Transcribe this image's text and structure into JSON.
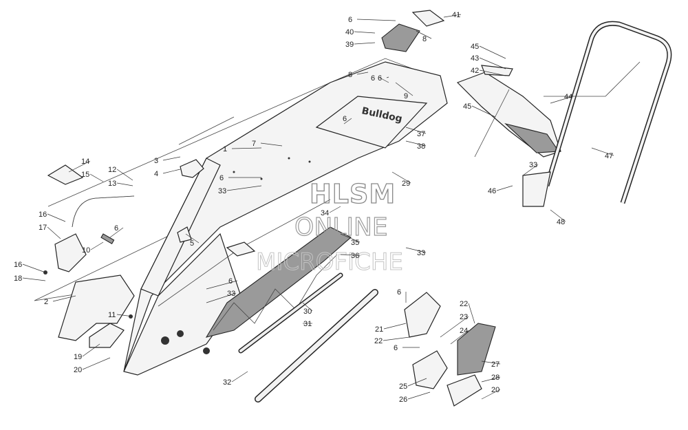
{
  "watermark": {
    "line1": "HLSM",
    "line2": "ONLINE",
    "line3": "MICROFICHE"
  },
  "decal_text": "Bulldog",
  "callouts": [
    {
      "id": "1",
      "label": "1"
    },
    {
      "id": "2",
      "label": "2"
    },
    {
      "id": "3",
      "label": "3"
    },
    {
      "id": "4",
      "label": "4"
    },
    {
      "id": "5",
      "label": "5"
    },
    {
      "id": "6a",
      "label": "6"
    },
    {
      "id": "6b",
      "label": "6"
    },
    {
      "id": "6c",
      "label": "6"
    },
    {
      "id": "6d",
      "label": "6"
    },
    {
      "id": "6e",
      "label": "6"
    },
    {
      "id": "6f",
      "label": "6"
    },
    {
      "id": "6g",
      "label": "6"
    },
    {
      "id": "6h",
      "label": "6"
    },
    {
      "id": "6i",
      "label": "6"
    },
    {
      "id": "7",
      "label": "7"
    },
    {
      "id": "8a",
      "label": "8"
    },
    {
      "id": "8b",
      "label": "8"
    },
    {
      "id": "9",
      "label": "9"
    },
    {
      "id": "10",
      "label": "10"
    },
    {
      "id": "11",
      "label": "11"
    },
    {
      "id": "12",
      "label": "12"
    },
    {
      "id": "13",
      "label": "13"
    },
    {
      "id": "14",
      "label": "14"
    },
    {
      "id": "15",
      "label": "15"
    },
    {
      "id": "16a",
      "label": "16"
    },
    {
      "id": "16b",
      "label": "16"
    },
    {
      "id": "17",
      "label": "17"
    },
    {
      "id": "18",
      "label": "18"
    },
    {
      "id": "19",
      "label": "19"
    },
    {
      "id": "20a",
      "label": "20"
    },
    {
      "id": "20b",
      "label": "20"
    },
    {
      "id": "21",
      "label": "21"
    },
    {
      "id": "22a",
      "label": "22"
    },
    {
      "id": "22b",
      "label": "22"
    },
    {
      "id": "23",
      "label": "23"
    },
    {
      "id": "24",
      "label": "24"
    },
    {
      "id": "25",
      "label": "25"
    },
    {
      "id": "26",
      "label": "26"
    },
    {
      "id": "27",
      "label": "27"
    },
    {
      "id": "28",
      "label": "28"
    },
    {
      "id": "29",
      "label": "29"
    },
    {
      "id": "30",
      "label": "30"
    },
    {
      "id": "31",
      "label": "31"
    },
    {
      "id": "32",
      "label": "32"
    },
    {
      "id": "33a",
      "label": "33"
    },
    {
      "id": "33b",
      "label": "33"
    },
    {
      "id": "33c",
      "label": "33"
    },
    {
      "id": "33d",
      "label": "33"
    },
    {
      "id": "34",
      "label": "34"
    },
    {
      "id": "35",
      "label": "35"
    },
    {
      "id": "36",
      "label": "36"
    },
    {
      "id": "37",
      "label": "37"
    },
    {
      "id": "38",
      "label": "38"
    },
    {
      "id": "39",
      "label": "39"
    },
    {
      "id": "40",
      "label": "40"
    },
    {
      "id": "41",
      "label": "41"
    },
    {
      "id": "42",
      "label": "42"
    },
    {
      "id": "43",
      "label": "43"
    },
    {
      "id": "44",
      "label": "44"
    },
    {
      "id": "45a",
      "label": "45"
    },
    {
      "id": "45b",
      "label": "45"
    },
    {
      "id": "46",
      "label": "46"
    },
    {
      "id": "47",
      "label": "47"
    },
    {
      "id": "48",
      "label": "48"
    }
  ]
}
